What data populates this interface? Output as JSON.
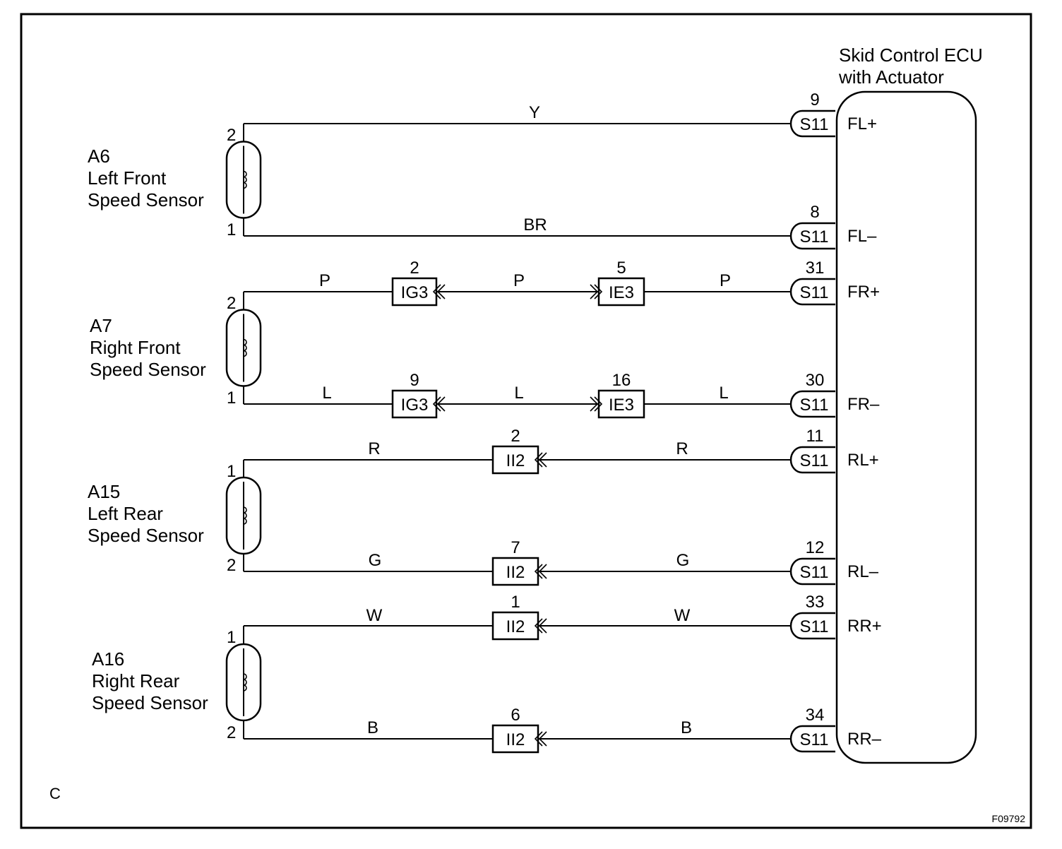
{
  "diagram_code": "C",
  "figure_id": "F09792",
  "ecu": {
    "title_line1": "Skid Control ECU",
    "title_line2": "with Actuator"
  },
  "sensors": [
    {
      "code": "A6",
      "name_line1": "Left Front",
      "name_line2": "Speed Sensor",
      "top_pin": "2",
      "bottom_pin": "1"
    },
    {
      "code": "A7",
      "name_line1": "Right Front",
      "name_line2": "Speed Sensor",
      "top_pin": "2",
      "bottom_pin": "1"
    },
    {
      "code": "A15",
      "name_line1": "Left Rear",
      "name_line2": "Speed Sensor",
      "top_pin": "1",
      "bottom_pin": "2"
    },
    {
      "code": "A16",
      "name_line1": "Right Rear",
      "name_line2": "Speed Sensor",
      "top_pin": "1",
      "bottom_pin": "2"
    }
  ],
  "circuits": [
    {
      "signal": "FL+",
      "connector": "S11",
      "terminal": "9",
      "wire_colors": [
        "Y"
      ],
      "junctions": []
    },
    {
      "signal": "FL–",
      "connector": "S11",
      "terminal": "8",
      "wire_colors": [
        "BR"
      ],
      "junctions": []
    },
    {
      "signal": "FR+",
      "connector": "S11",
      "terminal": "31",
      "wire_colors": [
        "P",
        "P",
        "P"
      ],
      "junctions": [
        {
          "connector": "IG3",
          "pin": "2"
        },
        {
          "connector": "IE3",
          "pin": "5"
        }
      ]
    },
    {
      "signal": "FR–",
      "connector": "S11",
      "terminal": "30",
      "wire_colors": [
        "L",
        "L",
        "L"
      ],
      "junctions": [
        {
          "connector": "IG3",
          "pin": "9"
        },
        {
          "connector": "IE3",
          "pin": "16"
        }
      ]
    },
    {
      "signal": "RL+",
      "connector": "S11",
      "terminal": "11",
      "wire_colors": [
        "R",
        "R"
      ],
      "junctions": [
        {
          "connector": "II2",
          "pin": "2"
        }
      ]
    },
    {
      "signal": "RL–",
      "connector": "S11",
      "terminal": "12",
      "wire_colors": [
        "G",
        "G"
      ],
      "junctions": [
        {
          "connector": "II2",
          "pin": "7"
        }
      ]
    },
    {
      "signal": "RR+",
      "connector": "S11",
      "terminal": "33",
      "wire_colors": [
        "W",
        "W"
      ],
      "junctions": [
        {
          "connector": "II2",
          "pin": "1"
        }
      ]
    },
    {
      "signal": "RR–",
      "connector": "S11",
      "terminal": "34",
      "wire_colors": [
        "B",
        "B"
      ],
      "junctions": [
        {
          "connector": "II2",
          "pin": "6"
        }
      ]
    }
  ]
}
